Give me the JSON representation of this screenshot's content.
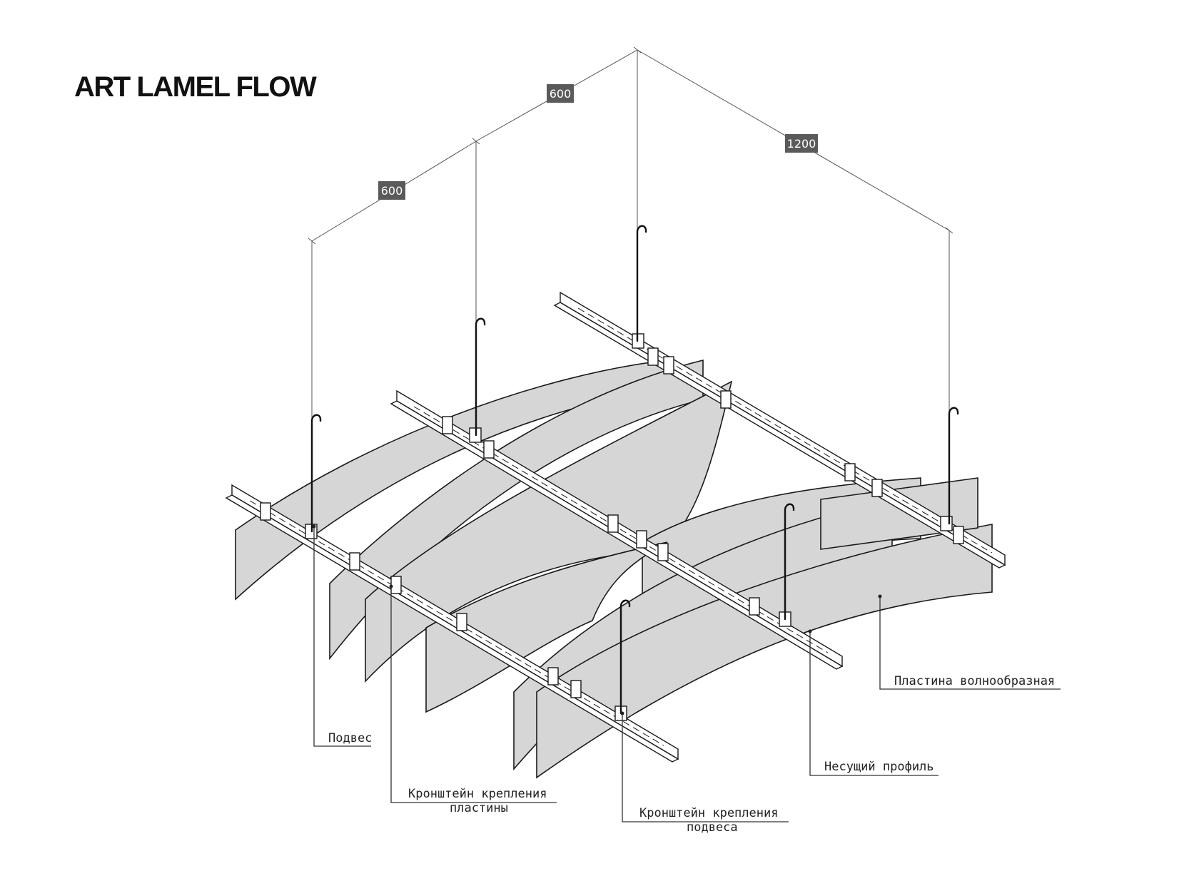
{
  "title": "ART LAMEL FLOW",
  "dimensions": [
    {
      "value": "600"
    },
    {
      "value": "600"
    },
    {
      "value": "1200"
    }
  ],
  "labels": {
    "podves": "Подвес",
    "bracket_plate_line1": "Кронштейн крепления",
    "bracket_plate_line2": "пластины",
    "bracket_hanger_line1": "Кронштейн крепления",
    "bracket_hanger_line2": "подвеса",
    "carrier": "Несущий профиль",
    "plate": "Пластина волнообразная"
  },
  "colors": {
    "panel_fill": "#d6d6d6",
    "dimension_box": "#5a5a5a",
    "line": "#1a1a1a"
  }
}
